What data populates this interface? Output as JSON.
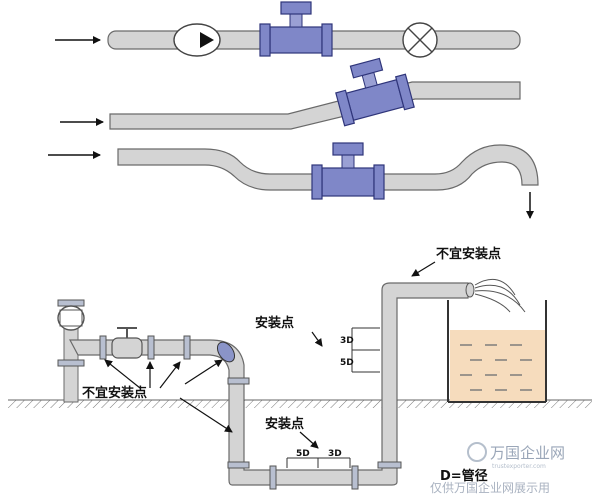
{
  "labels": {
    "not_suitable_top": "不宜安装点",
    "not_suitable_left": "不宜安装点",
    "install_point_upper": "安装点",
    "install_point_lower": "安装点",
    "dim_3d_vertical": "3D",
    "dim_5d_vertical": "5D",
    "dim_5d_horizontal": "5D",
    "dim_3d_horizontal": "3D",
    "diameter_note": "D=管径"
  },
  "watermark": {
    "brand": "万国企业网",
    "url": "trustexporter.com",
    "footer": "仅供万国企业网展示用"
  },
  "colors": {
    "pipe_fill": "#d4d4d4",
    "pipe_stroke": "#6a6a6a",
    "meter_fill": "#7f87c8",
    "liquid_fill": "#f6dcbd"
  }
}
